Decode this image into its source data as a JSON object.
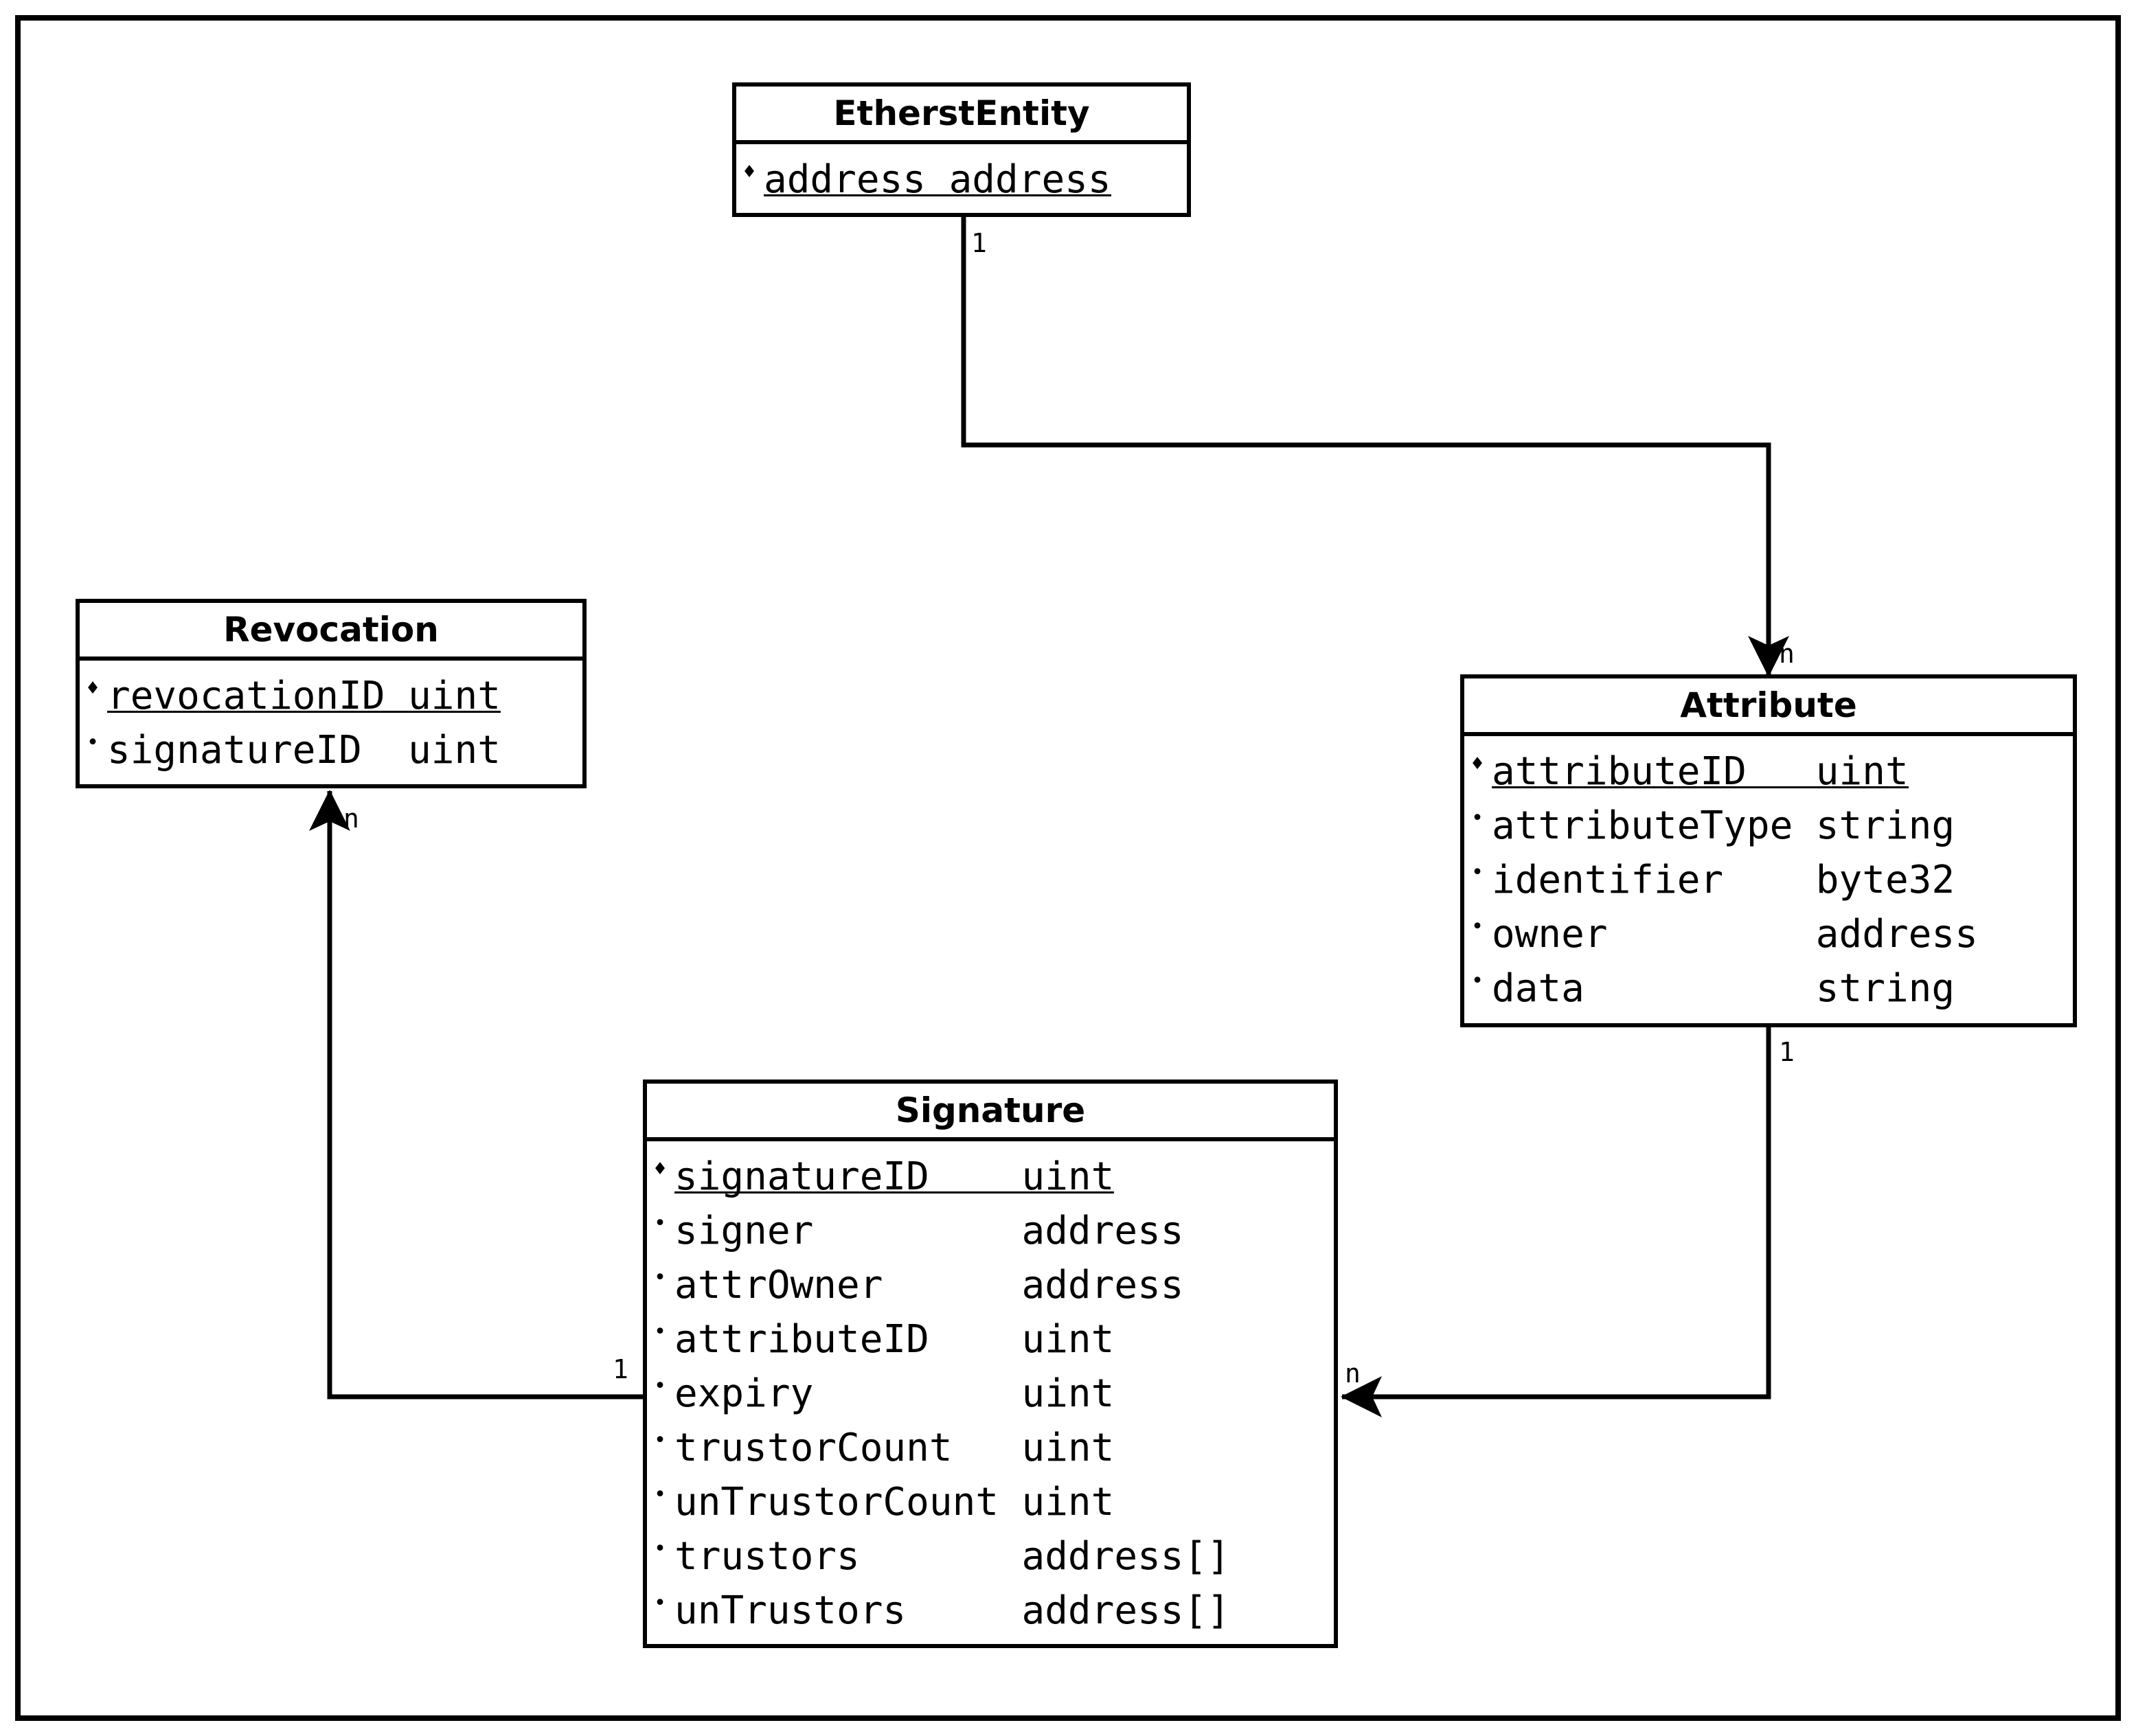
{
  "entities": {
    "etherst_entity": {
      "title": "EtherstEntity",
      "attributes": [
        {
          "name": "address",
          "type": "address",
          "primary_key": true
        }
      ]
    },
    "revocation": {
      "title": "Revocation",
      "attributes": [
        {
          "name": "revocationID",
          "type": "uint",
          "primary_key": true
        },
        {
          "name": "signatureID",
          "type": "uint",
          "primary_key": false
        }
      ]
    },
    "attribute": {
      "title": "Attribute",
      "attributes": [
        {
          "name": "attributeID",
          "type": "uint",
          "primary_key": true
        },
        {
          "name": "attributeType",
          "type": "string",
          "primary_key": false
        },
        {
          "name": "identifier",
          "type": "byte32",
          "primary_key": false
        },
        {
          "name": "owner",
          "type": "address",
          "primary_key": false
        },
        {
          "name": "data",
          "type": "string",
          "primary_key": false
        }
      ]
    },
    "signature": {
      "title": "Signature",
      "attributes": [
        {
          "name": "signatureID",
          "type": "uint",
          "primary_key": true
        },
        {
          "name": "signer",
          "type": "address",
          "primary_key": false
        },
        {
          "name": "attrOwner",
          "type": "address",
          "primary_key": false
        },
        {
          "name": "attributeID",
          "type": "uint",
          "primary_key": false
        },
        {
          "name": "expiry",
          "type": "uint",
          "primary_key": false
        },
        {
          "name": "trustorCount",
          "type": "uint",
          "primary_key": false
        },
        {
          "name": "unTrustorCount",
          "type": "uint",
          "primary_key": false
        },
        {
          "name": "trustors",
          "type": "address[]",
          "primary_key": false
        },
        {
          "name": "unTrustors",
          "type": "address[]",
          "primary_key": false
        }
      ]
    }
  },
  "relationships": {
    "etherst_to_attribute": {
      "from": "EtherstEntity",
      "to": "Attribute",
      "from_multiplicity": "1",
      "to_multiplicity": "n"
    },
    "attribute_to_signature": {
      "from": "Attribute",
      "to": "Signature",
      "from_multiplicity": "1",
      "to_multiplicity": "n"
    },
    "signature_to_revocation": {
      "from": "Signature",
      "to": "Revocation",
      "from_multiplicity": "1",
      "to_multiplicity": "n"
    }
  },
  "colors": {
    "line": "#000000",
    "background": "#ffffff"
  }
}
